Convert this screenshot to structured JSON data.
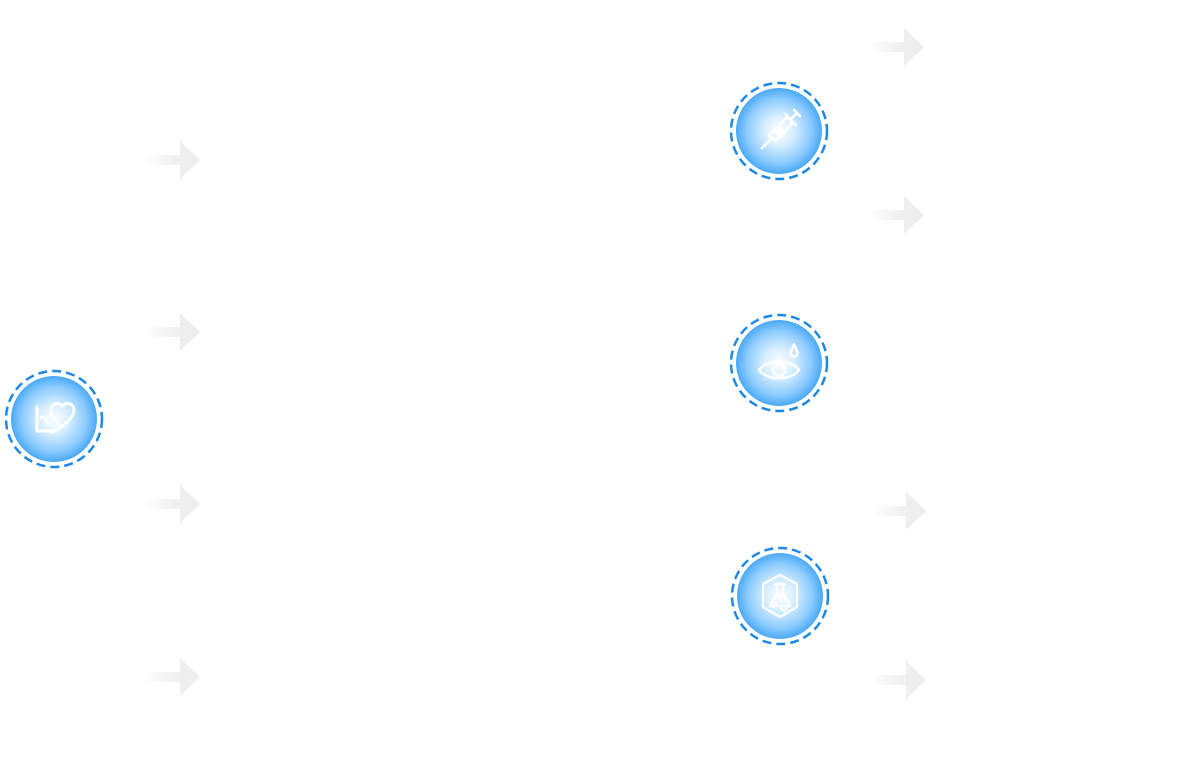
{
  "colors": {
    "circle_center": "#ffffff",
    "circle_mid": "#a8dcff",
    "circle_edge": "#4aa9f5",
    "dashed_ring": "#1e88e5",
    "arrow": "#f2f2f2",
    "icon_stroke": "#ffffff"
  },
  "left_group": {
    "icon": "heart-hand-icon",
    "arrows": [
      "arrow-right",
      "arrow-right",
      "arrow-right",
      "arrow-right"
    ]
  },
  "right_group": {
    "nodes": [
      {
        "icon": "syringe-icon"
      },
      {
        "icon": "eye-drop-icon"
      },
      {
        "icon": "flask-icon"
      }
    ],
    "arrows": [
      "arrow-right",
      "arrow-right",
      "arrow-right",
      "arrow-right"
    ]
  }
}
